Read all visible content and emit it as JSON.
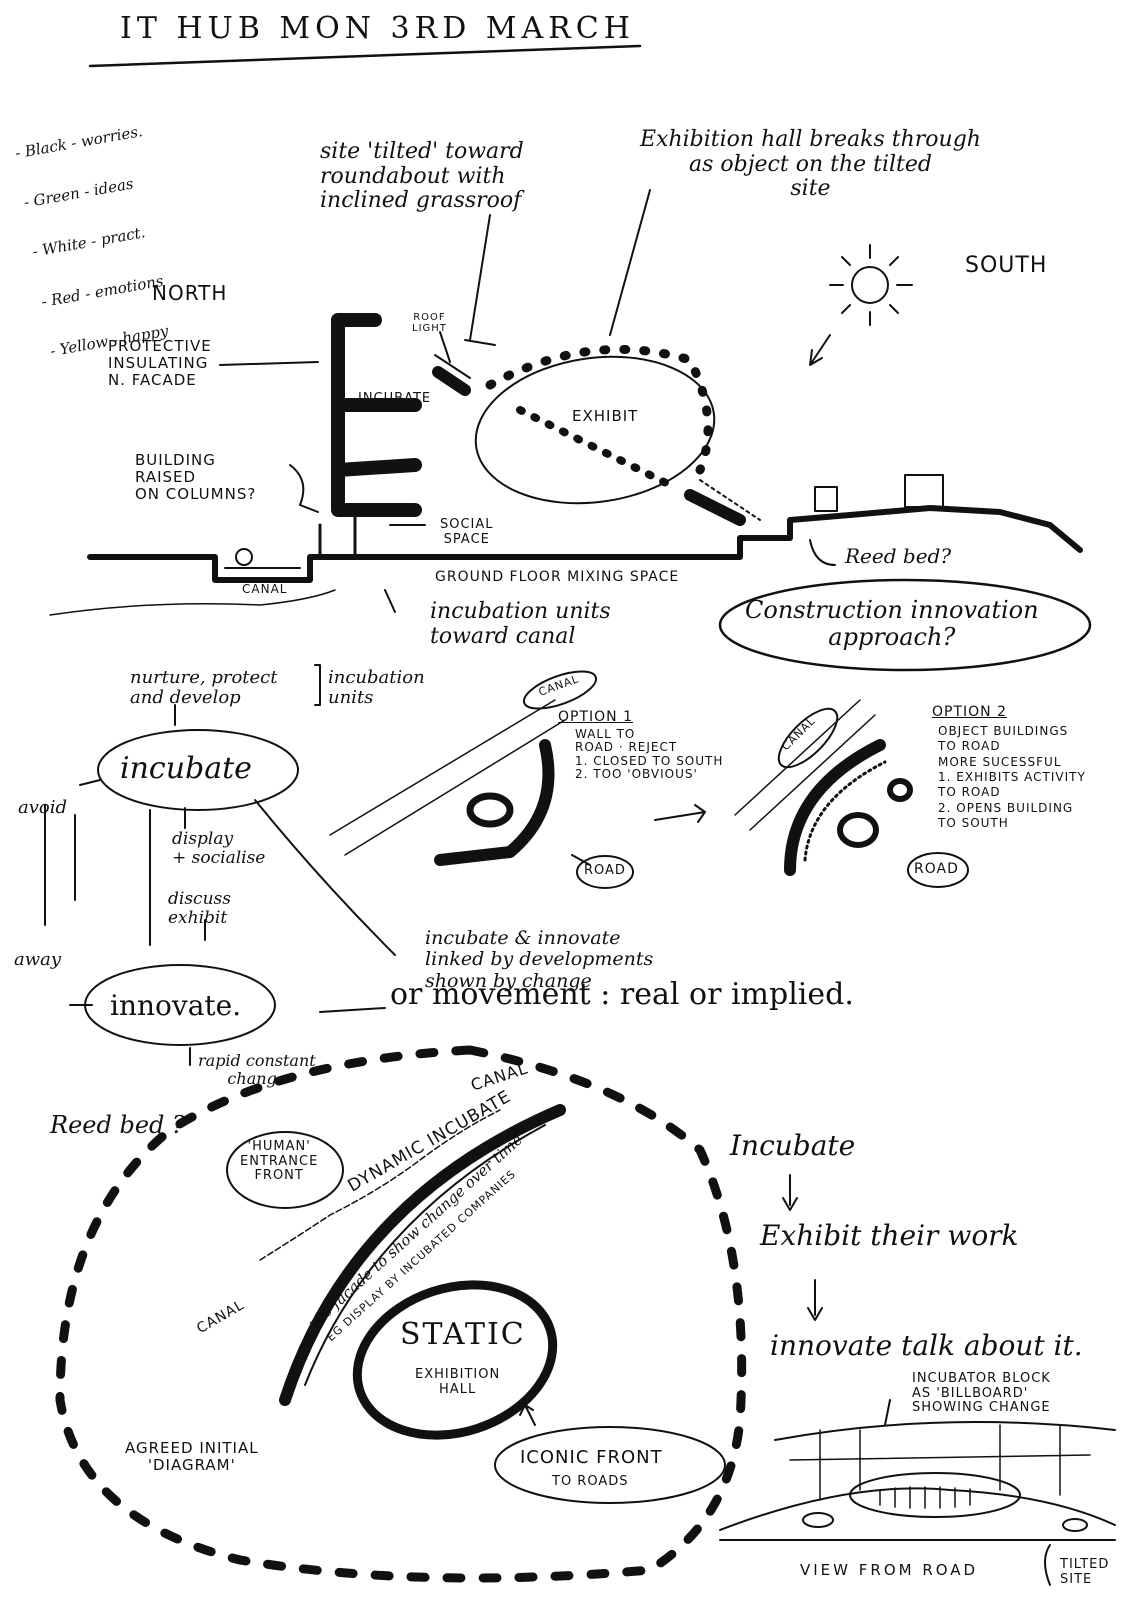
{
  "title": "IT HUB MON 3RD MARCH",
  "legend": {
    "lines": [
      "- Black - worries.",
      "- Green - ideas",
      "- White - pract.",
      "- Red - emotions",
      "- Yellow - happy"
    ]
  },
  "section": {
    "north": "NORTH",
    "south": "SOUTH",
    "site_tilted": "site 'tilted' toward\nroundabout with\ninclined grassroof",
    "exhibition_breaks": "Exhibition hall breaks through\nas object on the tilted\nsite",
    "roof_light": "ROOF\nLIGHT",
    "protective": "PROTECTIVE\nINSULATING\nN. FACADE",
    "raised": "BUILDING\nRAISED\nON COLUMNS?",
    "incubate": "INCUBATE",
    "exhibit": "EXHIBIT",
    "social": "SOCIAL\nSPACE",
    "ground": "GROUND FLOOR MIXING SPACE",
    "canal": "CANAL",
    "reed_bed": "Reed bed?",
    "incubation_units": "incubation units\ntoward canal",
    "construction": "Construction innovation\napproach?"
  },
  "concept": {
    "nurture": "nurture, protect\nand develop",
    "incubation_units": "incubation\nunits",
    "incubate": "incubate",
    "avoid": "avoid",
    "away": "away",
    "display": "display\n+ socialise",
    "discuss": "discuss\nexhibit",
    "innovate": "innovate.",
    "rapid": "rapid constant\nchange",
    "linked": "incubate & innovate\nlinked by developments\nshown by change",
    "movement": "or movement : real or implied."
  },
  "options": {
    "canal1": "CANAL",
    "option1_title": "OPTION 1",
    "option1_text": "WALL TO\nROAD · REJECT\n1. CLOSED TO SOUTH\n2. TOO 'OBVIOUS'",
    "road1": "ROAD",
    "canal2": "CANAL",
    "option2_title": "OPTION 2",
    "option2_text": "OBJECT BUILDINGS\nTO ROAD\nMORE SUCESSFUL\n1. EXHIBITS ACTIVITY\nTO ROAD\n2. OPENS BUILDING\nTO SOUTH",
    "road2": "ROAD"
  },
  "diagram": {
    "canal_top": "CANAL",
    "reed_bed": "Reed bed ?",
    "human": "'HUMAN'\nENTRANCE\nFRONT",
    "dynamic": "DYNAMIC INCUBATE",
    "facade": "use facade to show change over time",
    "eg": "EG DISPLAY BY INCUBATED COMPANIES",
    "canal_left": "CANAL",
    "static": "STATIC",
    "exhibition_hall": "EXHIBITION\nHALL",
    "agreed": "AGREED INITIAL\n'DIAGRAM'",
    "iconic": "ICONIC FRONT",
    "to_roads": "TO ROADS"
  },
  "flow": {
    "incubate": "Incubate",
    "exhibit": "Exhibit their work",
    "innovate": "innovate talk about it."
  },
  "view": {
    "billboard": "INCUBATOR BLOCK\nAS 'BILLBOARD'\nSHOWING CHANGE",
    "view_from_road": "VIEW FROM ROAD",
    "tilted_site": "TILTED\nSITE"
  }
}
